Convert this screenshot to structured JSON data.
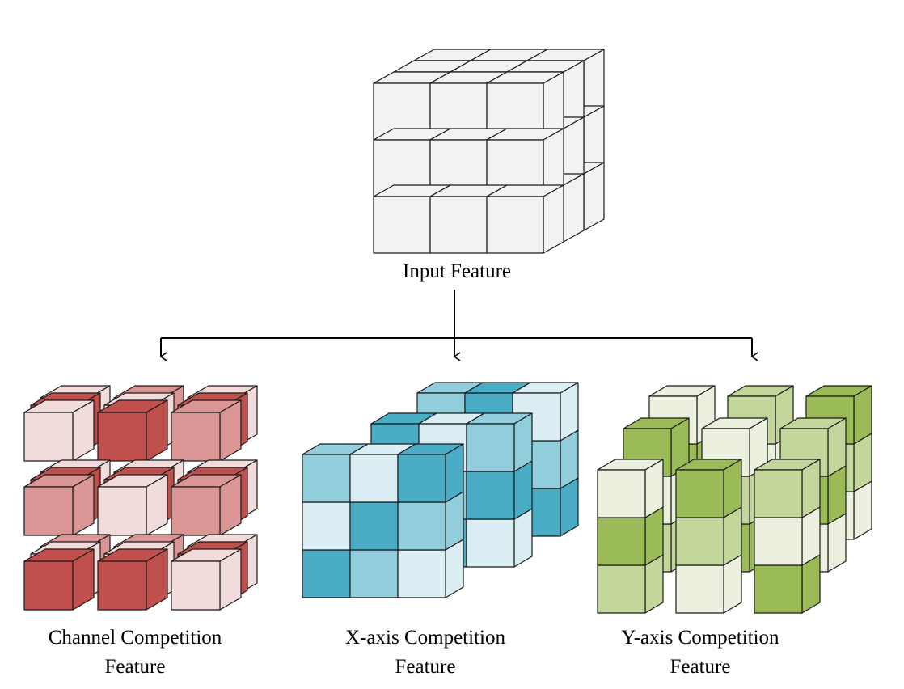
{
  "labels": {
    "input": "Input Feature",
    "channel": [
      "Channel Competition",
      "Feature"
    ],
    "xaxis": [
      "X-axis Competition",
      "Feature"
    ],
    "yaxis": [
      "Y-axis Competition",
      "Feature"
    ]
  },
  "colors": {
    "stroke": "#1a1a1a",
    "arrow": "#000000",
    "input": {
      "front": "#f2f2f2",
      "top": "#f2f2f2",
      "side": "#f2f2f2"
    },
    "red": {
      "dark": "#c0504d",
      "mid": "#d99694",
      "light": "#f2dcdb"
    },
    "blue": {
      "dark": "#4bacc6",
      "mid": "#92cddc",
      "light": "#daeef3"
    },
    "green": {
      "dark": "#9bbb59",
      "mid": "#c3d69b",
      "light": "#ebf1de"
    }
  },
  "grids": {
    "channel": {
      "rows": [
        [
          "light",
          "dark",
          "mid"
        ],
        [
          "mid",
          "light",
          "mid"
        ],
        [
          "dark",
          "dark",
          "light"
        ]
      ]
    },
    "xaxis": {
      "front": [
        [
          "mid",
          "light",
          "dark"
        ],
        [
          "light",
          "dark",
          "mid"
        ],
        [
          "dark",
          "mid",
          "light"
        ]
      ]
    },
    "yaxis": {
      "front": [
        [
          "light",
          "dark",
          "mid"
        ],
        [
          "dark",
          "mid",
          "light"
        ],
        [
          "mid",
          "light",
          "dark"
        ]
      ]
    }
  }
}
